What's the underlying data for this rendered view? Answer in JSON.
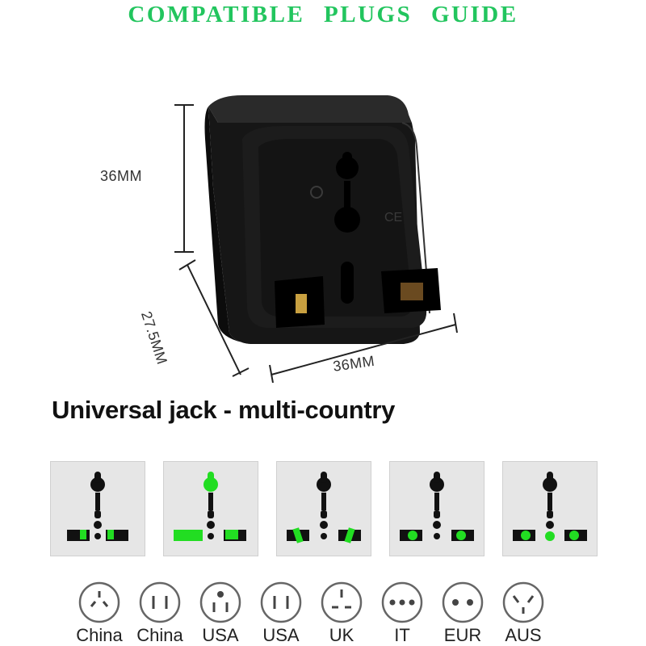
{
  "title": "COMPATIBLE PLUGS GUIDE",
  "dimensions": {
    "height": "36MM",
    "width": "36MM",
    "depth": "27.5MM"
  },
  "subtitle": "Universal jack - multi-country",
  "colors": {
    "title": "#22c55e",
    "highlight": "#22dd22",
    "body": "#111111",
    "tile_bg": "#e6e6e6"
  },
  "icons": {
    "product": "universal-socket-adapter",
    "tile": "universal-socket-icon",
    "country": "plug-outlet-icon"
  },
  "plug_types": [
    {
      "country": "China"
    },
    {
      "country": "China"
    },
    {
      "country": "USA"
    },
    {
      "country": "USA"
    },
    {
      "country": "UK"
    },
    {
      "country": "IT"
    },
    {
      "country": "EUR"
    },
    {
      "country": "AUS"
    }
  ]
}
